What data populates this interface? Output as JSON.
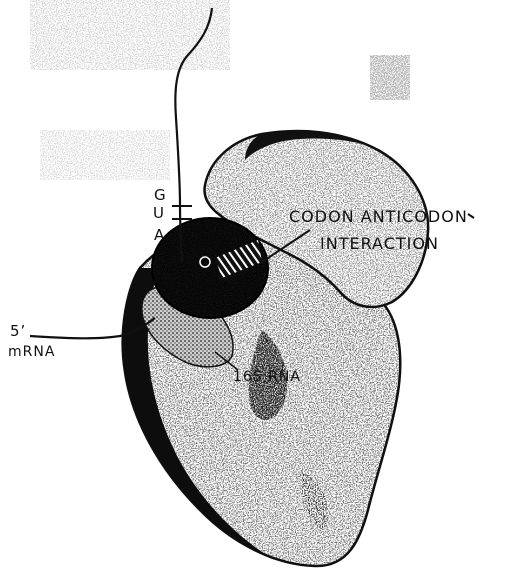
{
  "labels": {
    "codon": "CODON ANTICODON",
    "interaction": "INTERACTION",
    "base_g": "G",
    "base_u": "U",
    "base_a": "A",
    "five_prime": "5’",
    "mrna": "mRNA",
    "rrna": "16S RNA"
  },
  "colors": {
    "ink": "#111111",
    "background": "#ffffff"
  }
}
